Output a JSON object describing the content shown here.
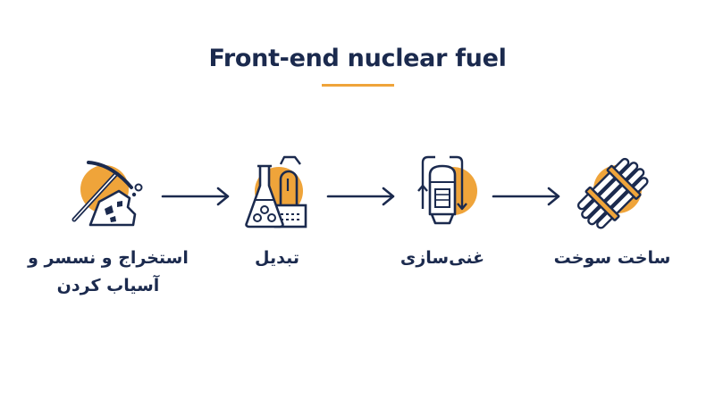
{
  "title": "Front-end nuclear fuel",
  "colors": {
    "accent": "#efa43a",
    "navy": "#1b2a4e"
  },
  "stages": [
    {
      "icon": "pickaxe-ore-icon",
      "label": "استخراج و نسسر و\nآسیاب کردن"
    },
    {
      "icon": "flask-refinery-icon",
      "label": "تبدیل"
    },
    {
      "icon": "centrifuge-icon",
      "label": "غنی‌سازی"
    },
    {
      "icon": "fuel-rods-icon",
      "label": "ساخت سوخت"
    }
  ]
}
